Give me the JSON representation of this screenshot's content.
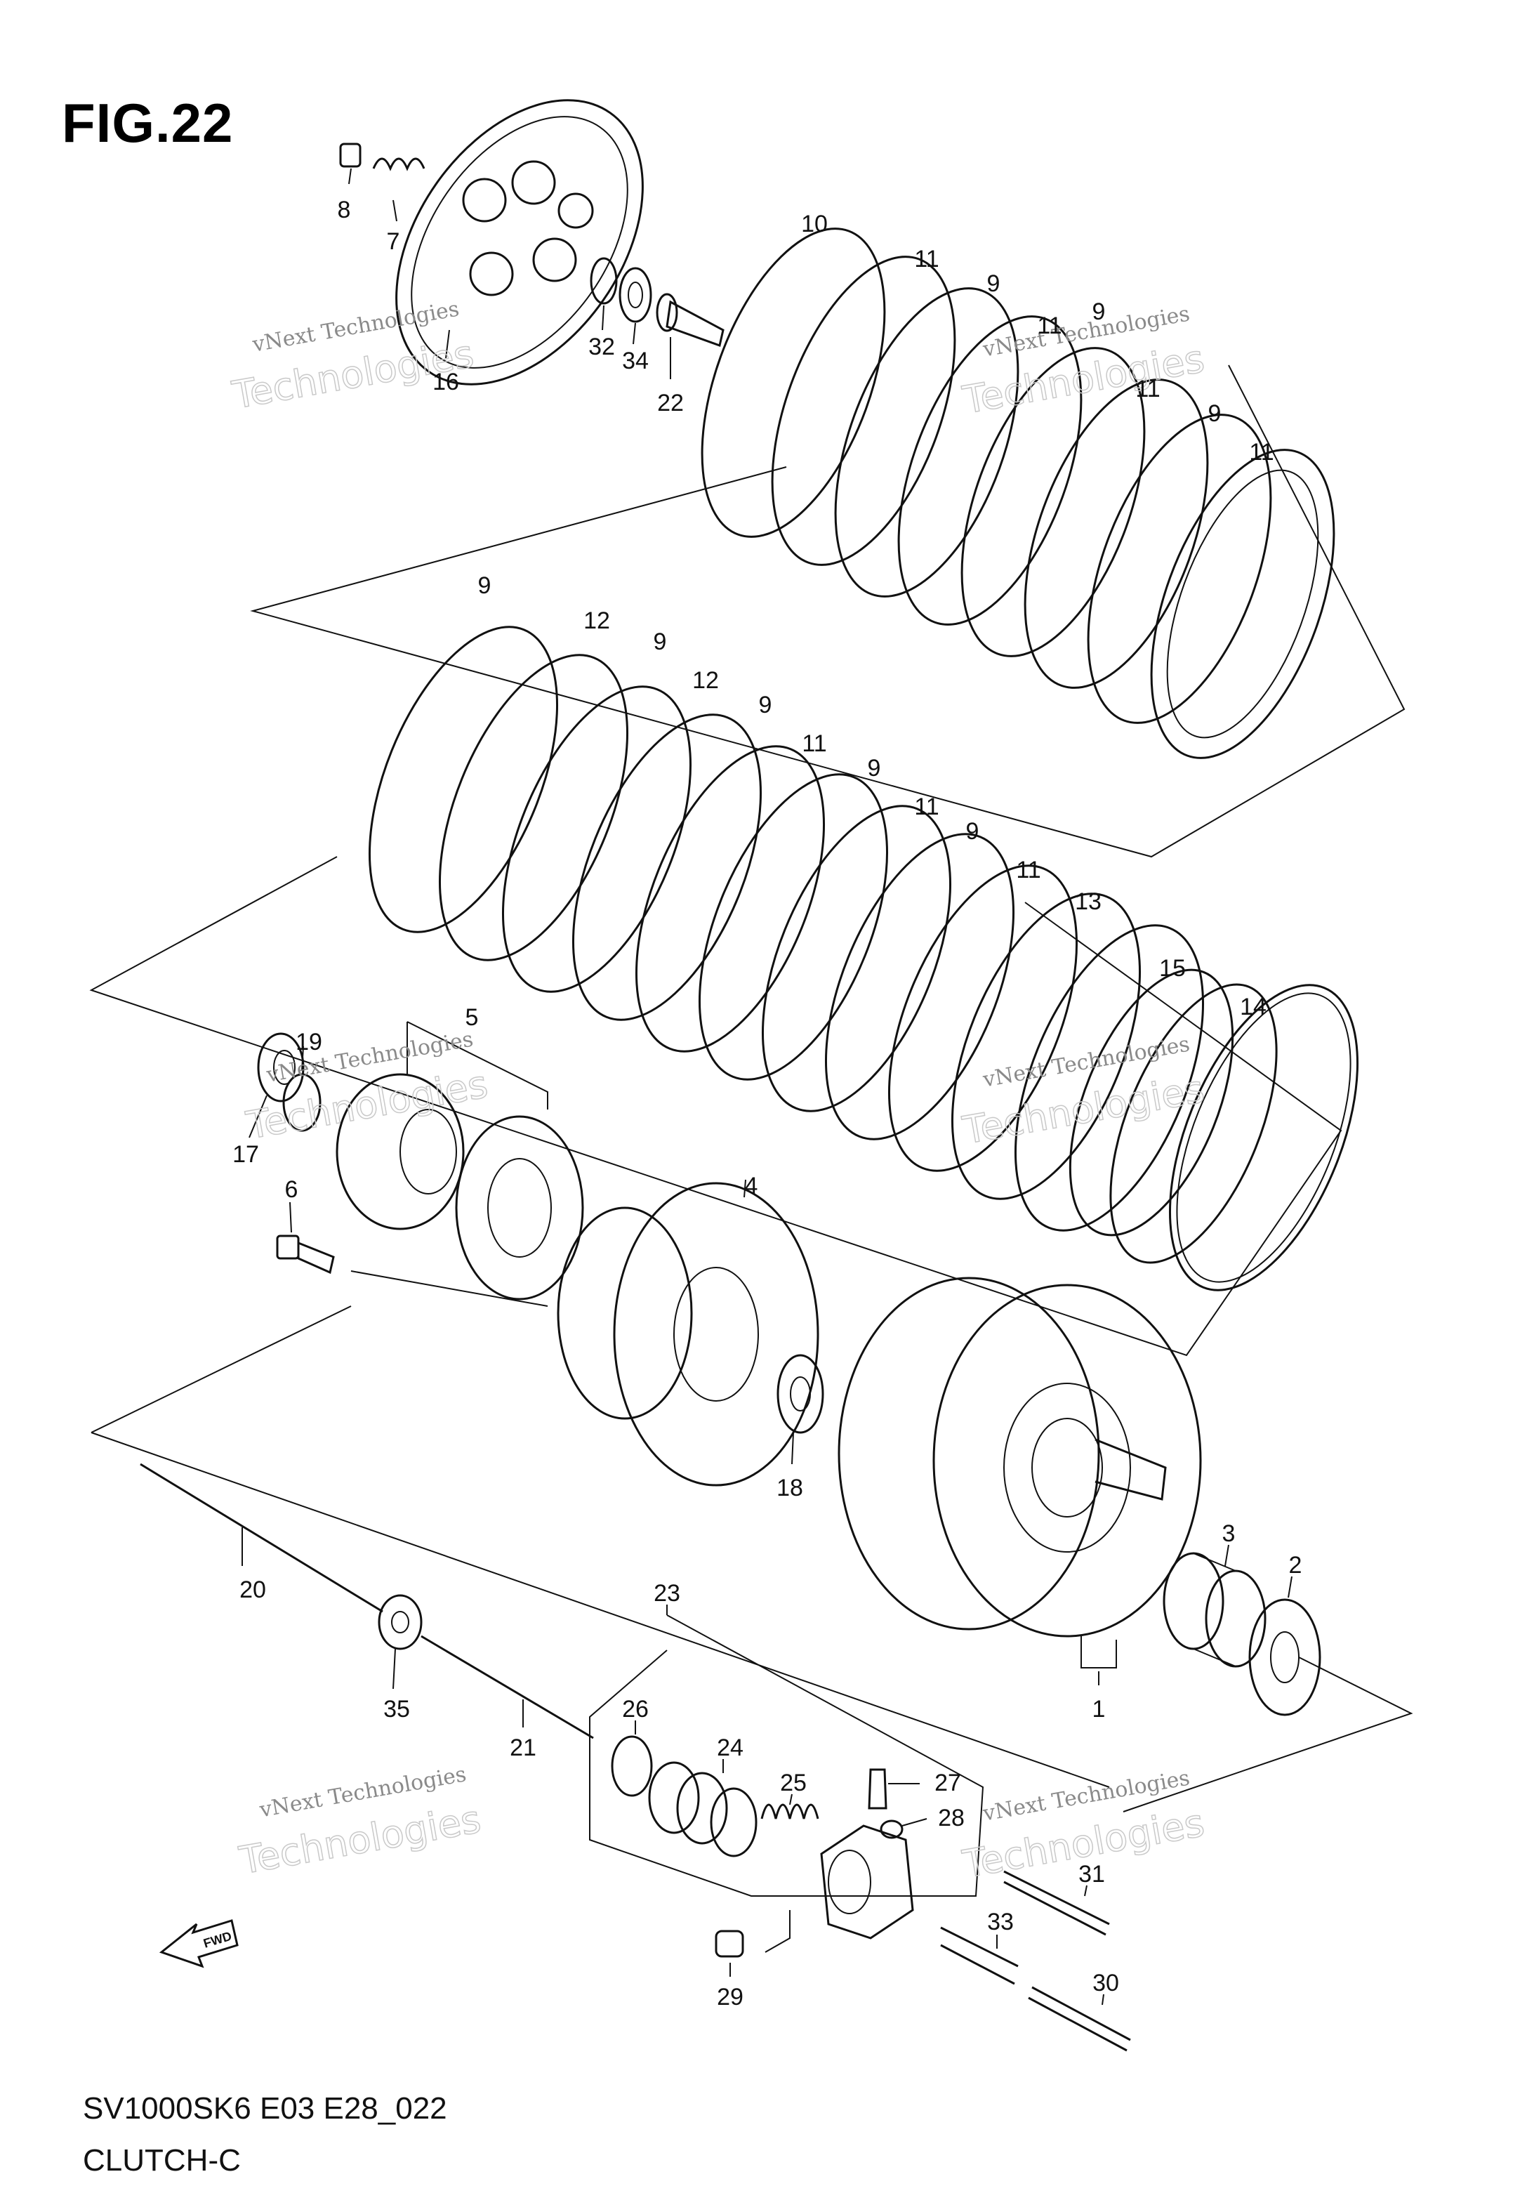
{
  "figure": {
    "title": "FIG.22",
    "model_code": "SV1000SK6 E03 E28_022",
    "section": "CLUTCH-C"
  },
  "watermark": {
    "line1": "vNext Technologies",
    "line2": "Technologies"
  },
  "fwd_arrow": {
    "label": "FWD",
    "icon": "fwd-arrow-icon"
  },
  "callouts": [
    {
      "id": "p8",
      "label": "8"
    },
    {
      "id": "p7",
      "label": "7"
    },
    {
      "id": "p16",
      "label": "16"
    },
    {
      "id": "p32",
      "label": "32"
    },
    {
      "id": "p34",
      "label": "34"
    },
    {
      "id": "p22",
      "label": "22"
    },
    {
      "id": "p10",
      "label": "10"
    },
    {
      "id": "p11a",
      "label": "11"
    },
    {
      "id": "p9a",
      "label": "9"
    },
    {
      "id": "p11b",
      "label": "11"
    },
    {
      "id": "p9b",
      "label": "9"
    },
    {
      "id": "p11c",
      "label": "11"
    },
    {
      "id": "p9c",
      "label": "9"
    },
    {
      "id": "p11d",
      "label": "11"
    },
    {
      "id": "p9d",
      "label": "9"
    },
    {
      "id": "p12a",
      "label": "12"
    },
    {
      "id": "p9e",
      "label": "9"
    },
    {
      "id": "p12b",
      "label": "12"
    },
    {
      "id": "p9f",
      "label": "9"
    },
    {
      "id": "p11e",
      "label": "11"
    },
    {
      "id": "p9g",
      "label": "9"
    },
    {
      "id": "p11f",
      "label": "11"
    },
    {
      "id": "p9h",
      "label": "9"
    },
    {
      "id": "p11g",
      "label": "11"
    },
    {
      "id": "p13",
      "label": "13"
    },
    {
      "id": "p15",
      "label": "15"
    },
    {
      "id": "p14",
      "label": "14"
    },
    {
      "id": "p19",
      "label": "19"
    },
    {
      "id": "p5",
      "label": "5"
    },
    {
      "id": "p17",
      "label": "17"
    },
    {
      "id": "p6",
      "label": "6"
    },
    {
      "id": "p4",
      "label": "4"
    },
    {
      "id": "p18",
      "label": "18"
    },
    {
      "id": "p3",
      "label": "3"
    },
    {
      "id": "p2",
      "label": "2"
    },
    {
      "id": "p1",
      "label": "1"
    },
    {
      "id": "p20",
      "label": "20"
    },
    {
      "id": "p35",
      "label": "35"
    },
    {
      "id": "p23",
      "label": "23"
    },
    {
      "id": "p21",
      "label": "21"
    },
    {
      "id": "p26",
      "label": "26"
    },
    {
      "id": "p24",
      "label": "24"
    },
    {
      "id": "p25",
      "label": "25"
    },
    {
      "id": "p27",
      "label": "27"
    },
    {
      "id": "p28",
      "label": "28"
    },
    {
      "id": "p31",
      "label": "31"
    },
    {
      "id": "p33",
      "label": "33"
    },
    {
      "id": "p30",
      "label": "30"
    },
    {
      "id": "p29",
      "label": "29"
    }
  ]
}
